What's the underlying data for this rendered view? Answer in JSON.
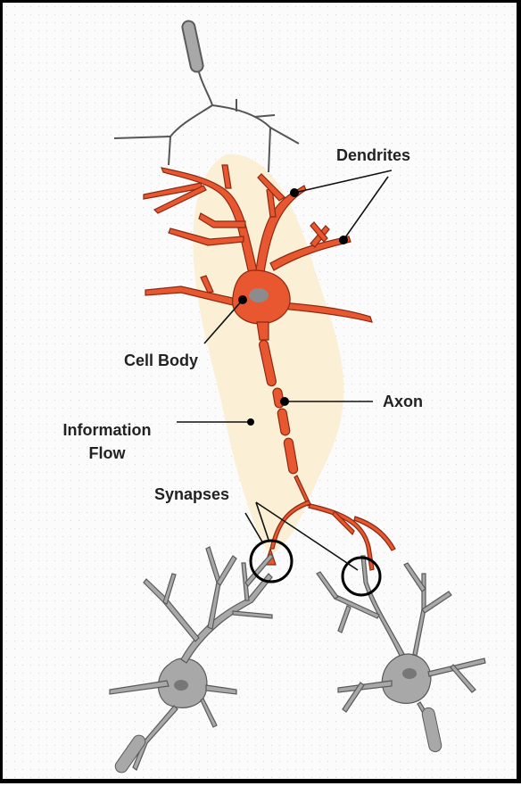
{
  "labels": {
    "dendrites": "Dendrites",
    "cell_body": "Cell Body",
    "axon": "Axon",
    "information_flow_line1": "Information",
    "information_flow_line2": "Flow",
    "synapses": "Synapses"
  },
  "colors": {
    "neuron": "#e8572f",
    "neuron_stroke": "#8a2a12",
    "neighbor": "#a8a8a8",
    "neighbor_stroke": "#5a5a5a",
    "flow": "#fbecc8",
    "leader": "#111111",
    "background": "#fbfbfb"
  },
  "icons": [
    "neuron-diagram",
    "synapse-circle",
    "leader-dot"
  ]
}
